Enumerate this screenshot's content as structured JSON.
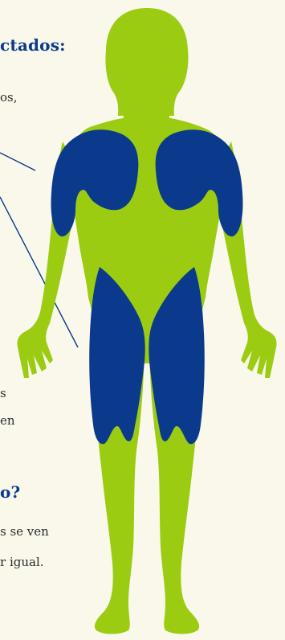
{
  "section1": {
    "heading_fragment": "ctados:",
    "text_fragment": "os,"
  },
  "section1_lower": {
    "line1_fragment": "s",
    "line2_fragment": "en"
  },
  "section2": {
    "heading_fragment": "o?",
    "line1_fragment": "s se ven",
    "line2_fragment": "r igual."
  },
  "colors": {
    "background": "#f9f8ea",
    "body": "#9ccc12",
    "affected_muscles": "#0b3a8c",
    "heading": "#0b3a8c",
    "text": "#2b2b2b",
    "pointer_line": "#0b3a8c"
  }
}
